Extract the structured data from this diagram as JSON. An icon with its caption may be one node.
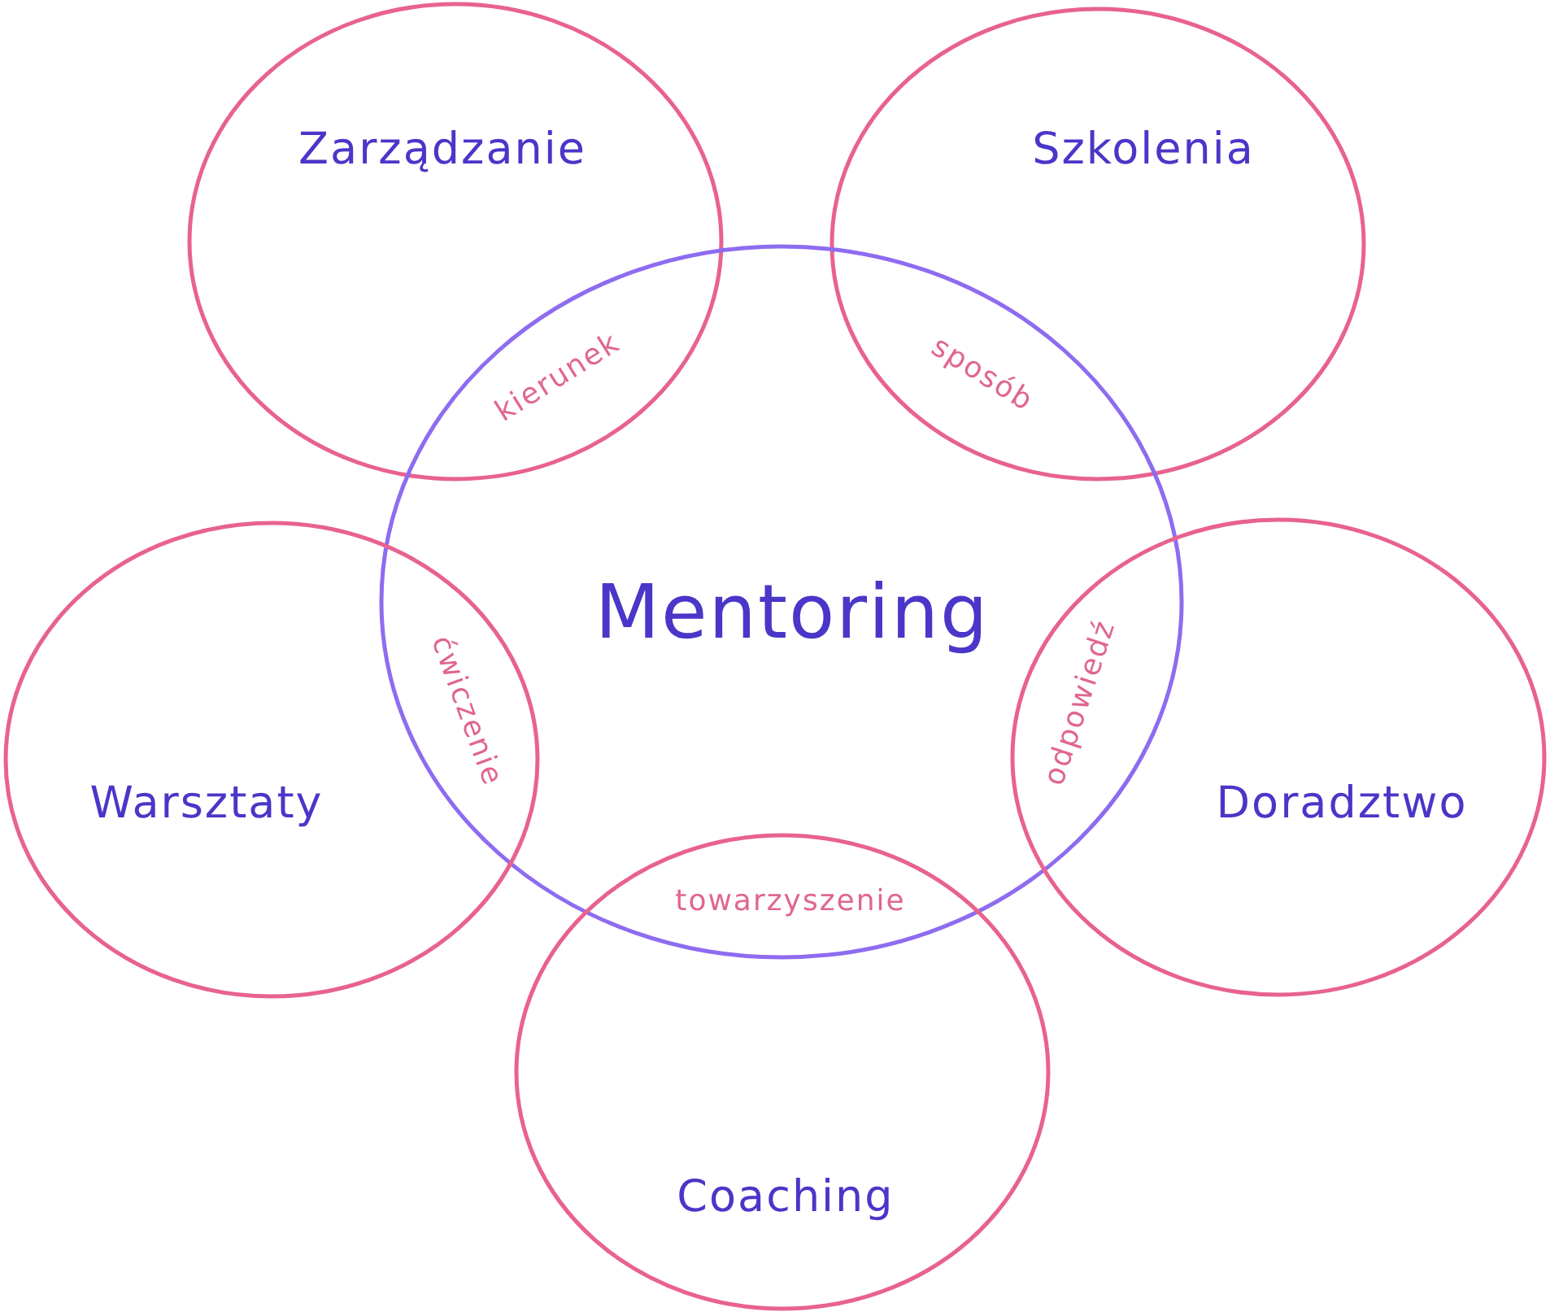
{
  "diagram": {
    "nodes": [
      {
        "text": [
          "Zarządzanie"
        ]
      },
      {
        "text": [
          "Szkolenia"
        ]
      },
      {
        "text": [
          "Mentoring"
        ]
      },
      {
        "text": [
          "Warsztaty"
        ]
      },
      {
        "text": [
          "Doradztwo"
        ]
      },
      {
        "text": [
          "Coaching"
        ]
      }
    ],
    "labels": [
      "kierunek",
      "sposób",
      "ćwiczenie",
      "odpowiedź",
      "towarzyszenie"
    ]
  }
}
